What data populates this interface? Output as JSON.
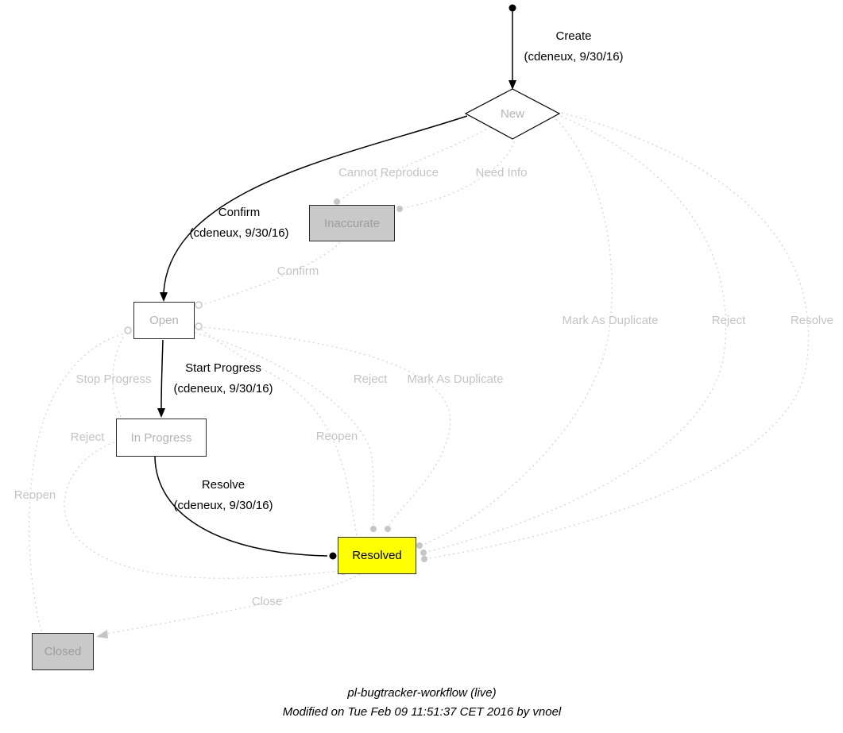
{
  "diagram": {
    "nodes": {
      "new": "New",
      "inaccurate": "Inaccurate",
      "open": "Open",
      "in_progress": "In Progress",
      "resolved": "Resolved",
      "closed": "Closed"
    },
    "transitions": {
      "create": {
        "action": "Create",
        "meta": "(cdeneux, 9/30/16)"
      },
      "confirm_from_new": {
        "action": "Confirm",
        "meta": "(cdeneux, 9/30/16)"
      },
      "start_progress": {
        "action": "Start Progress",
        "meta": "(cdeneux, 9/30/16)"
      },
      "resolve_from_in_progress": {
        "action": "Resolve",
        "meta": "(cdeneux, 9/30/16)"
      },
      "cannot_reproduce": "Cannot Reproduce",
      "need_info": "Need Info",
      "confirm_from_inaccurate": "Confirm",
      "mark_as_duplicate_from_new": "Mark As Duplicate",
      "reject_from_new": "Reject",
      "resolve_from_new": "Resolve",
      "stop_progress": "Stop Progress",
      "reject_from_open": "Reject",
      "mark_as_duplicate_from_open": "Mark As Duplicate",
      "reject_from_in_progress": "Reject",
      "reopen_from_resolved": "Reopen",
      "reopen_from_closed": "Reopen",
      "close": "Close"
    }
  },
  "footer": {
    "title": "pl-bugtracker-workflow (live)",
    "modified": "Modified on Tue Feb 09 11:51:37 CET 2016 by vnoel"
  },
  "colors": {
    "highlight_fill": "#ffff00",
    "inactive_fill": "#c9c9c9",
    "inactive_text": "#c4c4c4",
    "edge_inactive": "#d4d4d4",
    "edge_active": "#000000"
  }
}
